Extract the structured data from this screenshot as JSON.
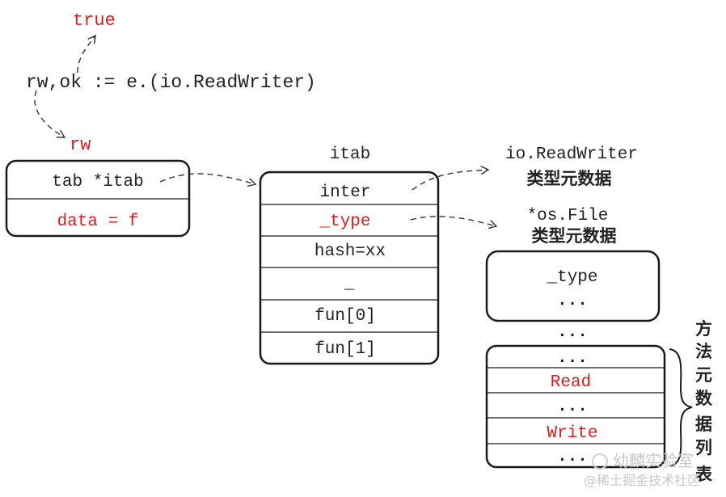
{
  "assertion": {
    "result_label": "true",
    "code_prefix": "rw,ok := e.",
    "code_paren": "(io.ReadWriter)"
  },
  "iface": {
    "label": "rw",
    "tab_field": "tab *itab",
    "data_field": "data = f"
  },
  "itab": {
    "title": "itab",
    "rows": [
      "inter",
      "_type",
      "hash=xx",
      "_",
      "fun[0]",
      "fun[1]"
    ]
  },
  "io_rw": {
    "name": "io.ReadWriter",
    "desc": "类型元数据"
  },
  "os_file": {
    "name": "*os.File",
    "desc": "类型元数据",
    "type_box": [
      "_type",
      "..."
    ],
    "gap": "...",
    "methods": [
      "...",
      "Read",
      "...",
      "Write",
      "..."
    ]
  },
  "method_brace_label": [
    "方",
    "法",
    "元",
    "数",
    "据",
    "列",
    "表"
  ],
  "watermark": {
    "line1": "幼麟实验室",
    "line2": "@稀土掘金技术社区"
  },
  "colors": {
    "highlight": "#d32020",
    "text": "#222222"
  }
}
